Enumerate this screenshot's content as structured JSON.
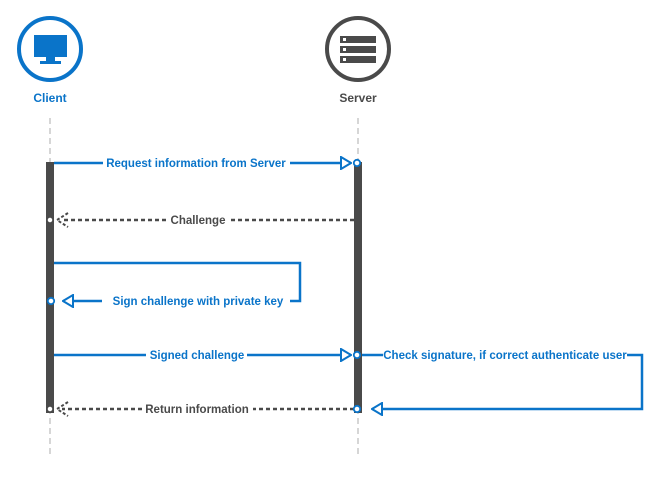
{
  "actors": {
    "client": {
      "label": "Client",
      "icon": "monitor-icon",
      "color": "#0a74c9"
    },
    "server": {
      "label": "Server",
      "icon": "server-icon",
      "color": "#4a4a4a"
    }
  },
  "messages": [
    {
      "label": "Request information from Server",
      "from": "client",
      "to": "server",
      "style": "solid-blue"
    },
    {
      "label": "Challenge",
      "from": "server",
      "to": "client",
      "style": "dashed-gray"
    },
    {
      "label": "Sign challenge with private key",
      "from": "client",
      "to": "client",
      "style": "solid-blue-self"
    },
    {
      "label": "Signed challenge",
      "from": "client",
      "to": "server",
      "style": "solid-blue"
    },
    {
      "label": "Check signature, if correct authenticate user",
      "from": "server",
      "to": "server",
      "style": "solid-blue-self"
    },
    {
      "label": "Return information",
      "from": "server",
      "to": "client",
      "style": "dashed-gray"
    }
  ],
  "colors": {
    "blue": "#0a74c9",
    "gray": "#4a4a4a",
    "lifeline": "#c8c8c8",
    "activation": "#4a4a4a"
  }
}
